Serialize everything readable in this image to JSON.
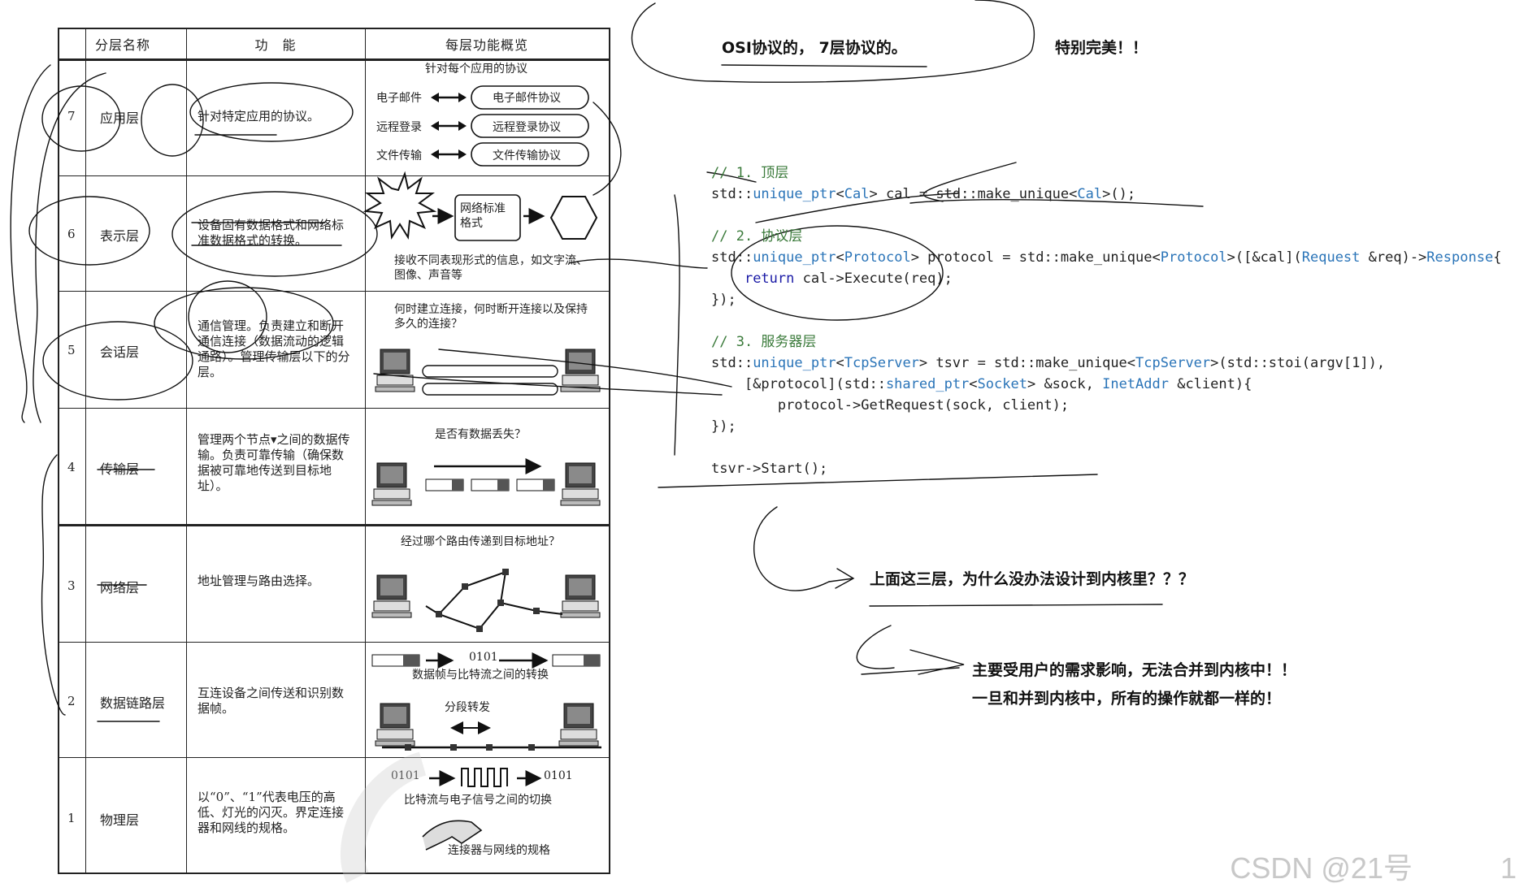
{
  "table": {
    "headers": [
      "分层名称",
      "功　能",
      "每层功能概览"
    ],
    "layers": [
      {
        "num": "7",
        "name": "应用层",
        "func": "针对特定应用的协议。",
        "overview_title": "针对每个应用的协议",
        "pairs": [
          {
            "left": "电子邮件",
            "right": "电子邮件协议"
          },
          {
            "left": "远程登录",
            "right": "远程登录协议"
          },
          {
            "left": "文件传输",
            "right": "文件传输协议"
          }
        ]
      },
      {
        "num": "6",
        "name": "表示层",
        "func": "设备固有数据格式和网络标准数据格式的转换。",
        "box": "网络标准格式",
        "caption": "接收不同表现形式的信息，如文字流、图像、声音等"
      },
      {
        "num": "5",
        "name": "会话层",
        "func": "通信管理。负责建立和断开通信连接（数据流动的逻辑通路）。管理传输层以下的分层。",
        "caption": "何时建立连接，何时断开连接以及保持多久的连接？"
      },
      {
        "num": "4",
        "name": "传输层",
        "func": "管理两个节点▾之间的数据传输。负责可靠传输（确保数据被可靠地传送到目标地址）。",
        "caption": "是否有数据丢失？"
      },
      {
        "num": "3",
        "name": "网络层",
        "func": "地址管理与路由选择。",
        "caption": "经过哪个路由传递到目标地址？"
      },
      {
        "num": "2",
        "name": "数据链路层",
        "func": "互连设备之间传送和识别数据帧。",
        "bits": "0101",
        "caption": "数据帧与比特流之间的转换",
        "caption2": "分段转发"
      },
      {
        "num": "1",
        "name": "物理层",
        "func": "以“0”、“1”代表电压的高低、灯光的闪灭。界定连接器和网线的规格。",
        "bits": "0101",
        "bits2": "0101",
        "caption": "比特流与电子信号之间的切换",
        "caption2": "连接器与网线的规格"
      }
    ]
  },
  "code": {
    "c1": "// 1. 顶层",
    "c2": "// 2. 协议层",
    "c3": "// 3. 服务器层"
  },
  "notes": {
    "title": "OSI协议的， 7层协议的。",
    "perfect": "特别完美！！",
    "question": "上面这三层，为什么没办法设计到内核里？？？",
    "answer1": "主要受用户的需求影响，无法合并到内核中！！",
    "answer2": "一旦和并到内核中，所有的操作就都一样的！"
  },
  "watermark": "CSDN @21号　　　1"
}
